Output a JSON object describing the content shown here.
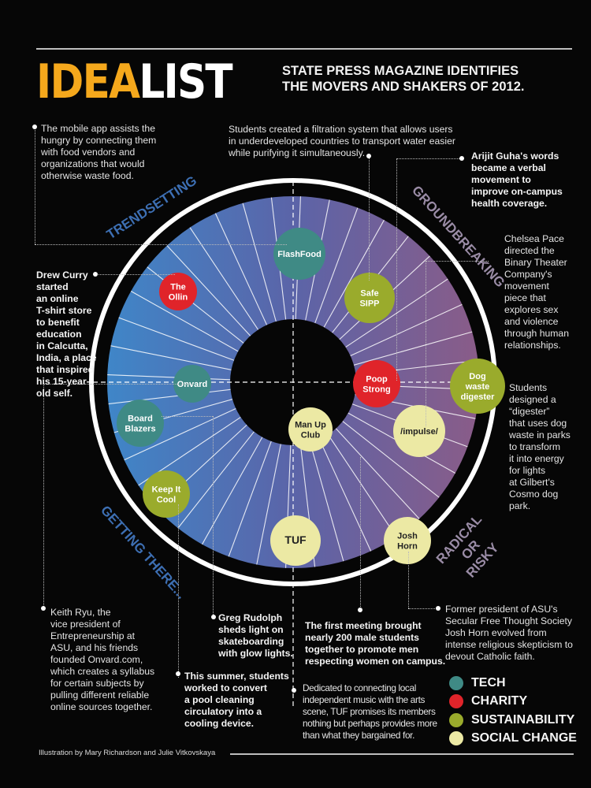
{
  "header": {
    "title_part1": "IDEA",
    "title_part2": "LIST",
    "subtitle_line1": "STATE PRESS MAGAZINE IDENTIFIES",
    "subtitle_line2": "THE MOVERS AND SHAKERS OF 2012."
  },
  "sections": {
    "trendsetting": "TRENDSETTING",
    "groundbreaking": "GROUNDBREAKING",
    "getting_there": "GETTING THERE...",
    "radical_line1": "RADICAL",
    "radical_line2": "OR",
    "radical_line3": "RISKY"
  },
  "colors": {
    "tech": "#3f8a85",
    "charity": "#e0242a",
    "sustainability": "#9aab2c",
    "social_change": "#ece9a4",
    "title_accent": "#f5a81c",
    "trendsetting": "#3d6fb3",
    "section_gray": "#9a8ca6"
  },
  "bubbles": [
    {
      "lines": [
        "FlashFood"
      ],
      "category": "tech"
    },
    {
      "lines": [
        "The",
        "Ollin"
      ],
      "category": "charity"
    },
    {
      "lines": [
        "Safe",
        "SIPP"
      ],
      "category": "sustainability"
    },
    {
      "lines": [
        "Onvard"
      ],
      "category": "tech"
    },
    {
      "lines": [
        "Poop",
        "Strong"
      ],
      "category": "charity"
    },
    {
      "lines": [
        "Dog",
        "waste",
        "digester"
      ],
      "category": "sustainability"
    },
    {
      "lines": [
        "Board",
        "Blazers"
      ],
      "category": "tech"
    },
    {
      "lines": [
        "Man Up",
        "Club"
      ],
      "category": "social_change"
    },
    {
      "lines": [
        "/impulse/"
      ],
      "category": "social_change"
    },
    {
      "lines": [
        "Keep It",
        "Cool"
      ],
      "category": "sustainability"
    },
    {
      "lines": [
        "TUF"
      ],
      "category": "social_change"
    },
    {
      "lines": [
        "Josh",
        "Horn"
      ],
      "category": "social_change"
    }
  ],
  "notes": {
    "flashfood": [
      "The mobile app assists the",
      "hungry by connecting them",
      "with food vendors and",
      "organizations that would",
      "otherwise waste food."
    ],
    "safe_sipp": [
      "Students created a filtration system that allows users",
      "in underdeveloped countries to transport water easier",
      "while purifying it simultaneously."
    ],
    "poop_strong": [
      "Arijit Guha's words",
      "became a verbal",
      "movement to",
      "improve on-campus",
      "health coverage."
    ],
    "impulse": [
      "Chelsea Pace",
      "directed the",
      "Binary Theater",
      "Company's",
      "movement",
      "piece that",
      "explores sex",
      "and violence",
      "through human",
      "relationships."
    ],
    "the_ollin": [
      "Drew Curry",
      "started",
      "an online",
      "T-shirt store",
      "to benefit",
      "education",
      "in Calcutta,",
      "India, a place",
      "that inspired",
      "his 15-year-",
      "old self."
    ],
    "dog_waste": [
      "Students",
      "designed a",
      "“digester”",
      "that uses dog",
      "waste in parks",
      "to transform",
      "it into energy",
      "for lights",
      "at Gilbert's",
      "Cosmo dog",
      "park."
    ],
    "onvard": [
      "Keith Ryu, the",
      "vice president of",
      "Entrepreneurship at",
      "ASU, and his friends",
      "founded Onvard.com,",
      "which creates a syllabus",
      "for certain subjects by",
      "pulling different reliable",
      "online sources together."
    ],
    "board_blazers": [
      "Greg Rudolph",
      "sheds light on",
      "skateboarding",
      "with glow lights."
    ],
    "keep_it_cool": [
      "This summer, students",
      "worked to convert",
      "a pool cleaning",
      "circulatory into a",
      "cooling device."
    ],
    "man_up": [
      "The first meeting brought",
      "nearly 200 male students",
      "together to promote men",
      "respecting women on campus."
    ],
    "tuf": [
      "Dedicated to connecting local",
      "independent music with the arts",
      "scene, TUF promises its members",
      "nothing but perhaps provides more",
      "than what they bargained for."
    ],
    "josh_horn": [
      "Former president of ASU's",
      "Secular Free Thought Society",
      "Josh Horn evolved from",
      "intense religious skepticism to",
      "devout Catholic faith."
    ]
  },
  "legend": [
    {
      "label": "TECH",
      "category": "tech"
    },
    {
      "label": "CHARITY",
      "category": "charity"
    },
    {
      "label": "SUSTAINABILITY",
      "category": "sustainability"
    },
    {
      "label": "SOCIAL CHANGE",
      "category": "social_change"
    }
  ],
  "credit": "Illustration by Mary Richardson and Julie Vitkovskaya"
}
